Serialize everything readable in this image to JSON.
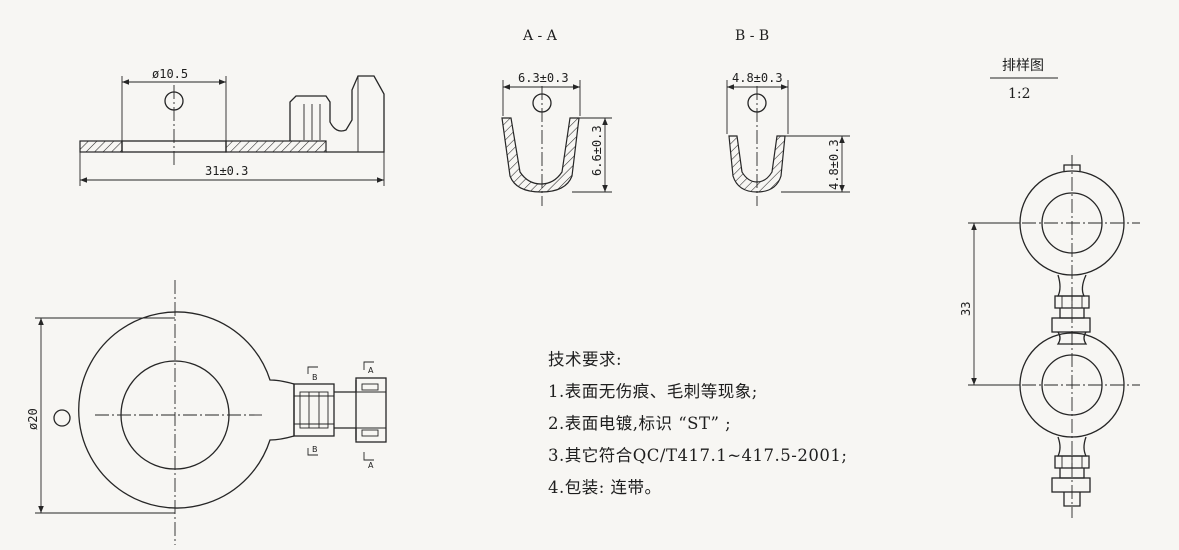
{
  "views": {
    "side": {
      "dia_dim": "ø10.5",
      "length_dim": "31±0.3"
    },
    "section_a": {
      "title": "A - A",
      "width_dim": "6.3±0.3",
      "height_dim": "6.6±0.3"
    },
    "section_b": {
      "title": "B - B",
      "width_dim": "4.8±0.3",
      "height_dim": "4.8±0.3"
    },
    "plan": {
      "dia_dim": "ø20",
      "marker_a": "A",
      "marker_b": "B"
    },
    "layout": {
      "title": "排样图",
      "scale": "1:2",
      "pitch_dim": "33"
    }
  },
  "requirements": {
    "heading": "技术要求:",
    "items": [
      "1.表面无伤痕、毛刺等现象;",
      "2.表面电镀,标识 “ST” ;",
      "3.其它符合QC/T417.1~417.5-2001;",
      "4.包装: 连带。"
    ]
  }
}
